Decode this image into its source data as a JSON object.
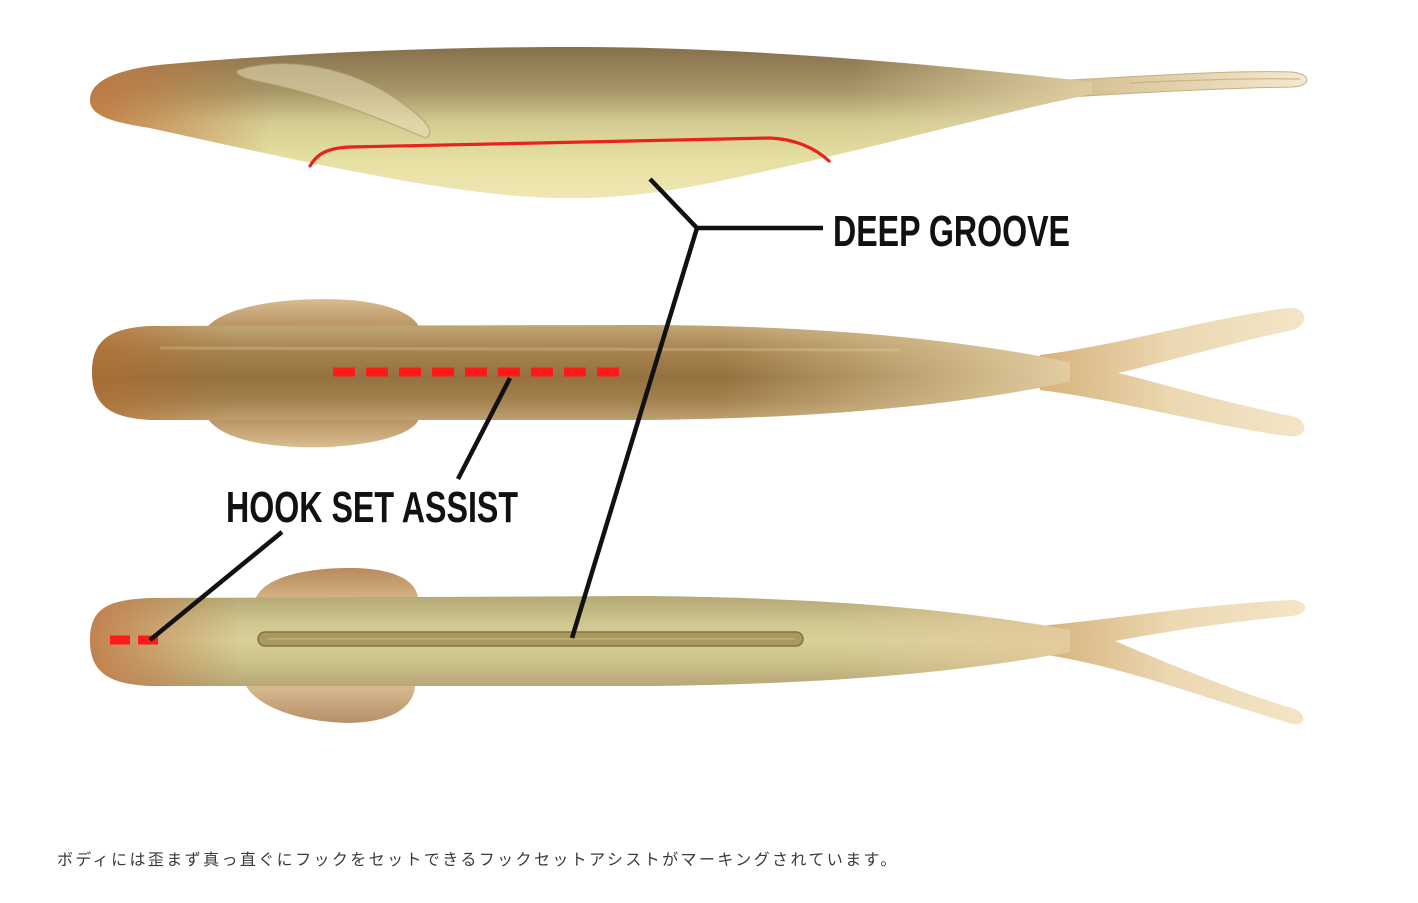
{
  "labels": {
    "deep_groove": "DEEP GROOVE",
    "hook_set_assist": "HOOK SET ASSIST"
  },
  "caption": "ボディには歪まず真っ直ぐにフックをセットできるフックセットアシストがマーキングされています。",
  "colors": {
    "marker_red": "#ff1a1a",
    "groove_line_red": "#e8221c",
    "leader_line": "#111111",
    "background": "#ffffff"
  }
}
